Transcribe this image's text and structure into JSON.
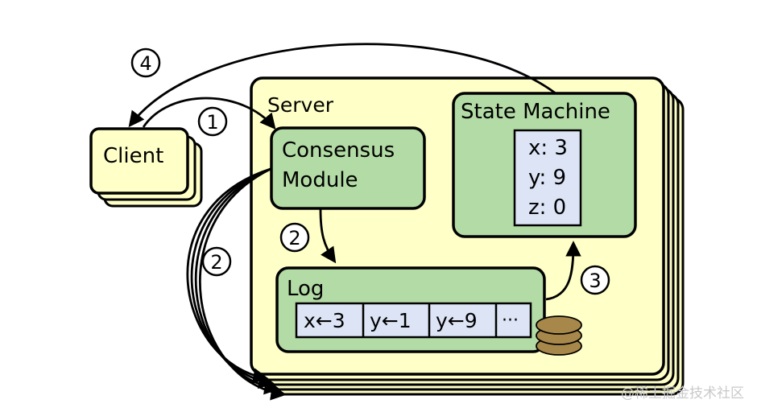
{
  "client": {
    "label": "Client"
  },
  "server": {
    "label": "Server",
    "consensus": {
      "line1": "Consensus",
      "line2": "Module"
    },
    "state_machine": {
      "label": "State Machine",
      "vars": [
        "x: 3",
        "y: 9",
        "z: 0"
      ]
    },
    "log": {
      "label": "Log",
      "entries": [
        "x←3",
        "y←1",
        "y←9",
        "···"
      ]
    }
  },
  "steps": {
    "one": "1",
    "two": "2",
    "three": "3",
    "four": "4"
  },
  "watermark": "@稀土掘金技术社区",
  "colors": {
    "server_fill": "#ffffc8",
    "module_fill": "#b3dba5",
    "client_fill": "#ffffc8",
    "table_fill": "#dce4f5",
    "disk_fill": "#a8884a"
  }
}
